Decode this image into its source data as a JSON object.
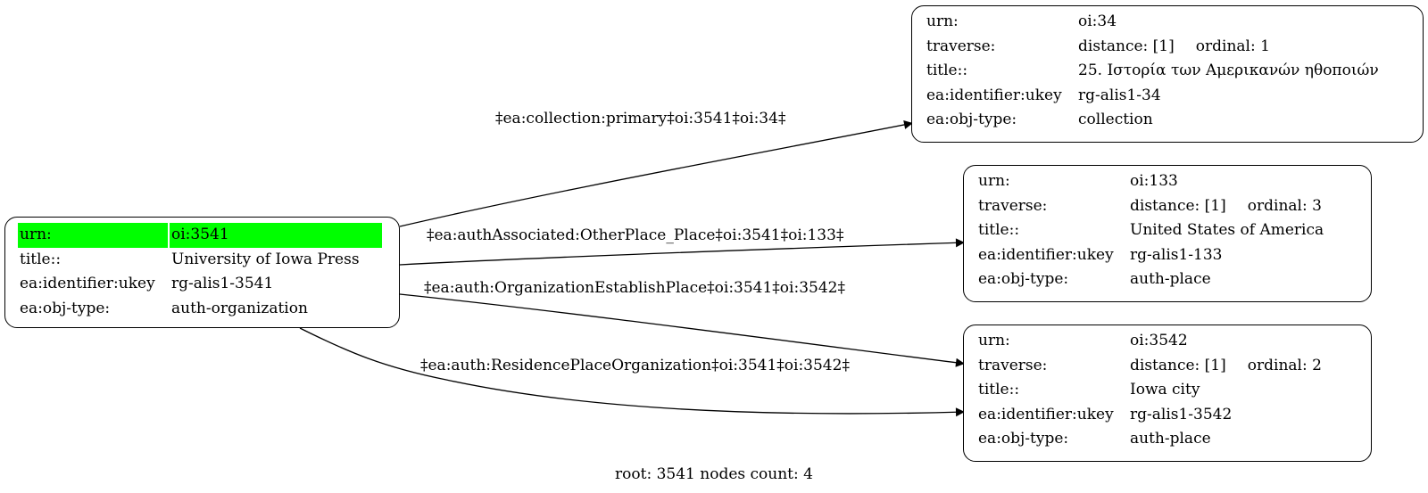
{
  "nodes": {
    "root": {
      "rows": [
        {
          "key": "urn:",
          "value": "oi:3541"
        },
        {
          "key": "title::",
          "value": "University of Iowa Press"
        },
        {
          "key": "ea:identifier:ukey",
          "value": "rg-alis1-3541"
        },
        {
          "key": "ea:obj-type:",
          "value": "auth-organization"
        }
      ]
    },
    "n34": {
      "urn": {
        "key": "urn:",
        "value": "oi:34"
      },
      "traverse": {
        "key": "traverse:",
        "distance": "distance: [1]",
        "ordinal": "ordinal: 1"
      },
      "title": {
        "key": "title::",
        "value": "25. Ιστορία των Αμερικανών ηθοποιών"
      },
      "ukey": {
        "key": "ea:identifier:ukey",
        "value": "rg-alis1-34"
      },
      "type": {
        "key": "ea:obj-type:",
        "value": "collection"
      }
    },
    "n133": {
      "urn": {
        "key": "urn:",
        "value": "oi:133"
      },
      "traverse": {
        "key": "traverse:",
        "distance": "distance: [1]",
        "ordinal": "ordinal: 3"
      },
      "title": {
        "key": "title::",
        "value": "United States of America"
      },
      "ukey": {
        "key": "ea:identifier:ukey",
        "value": "rg-alis1-133"
      },
      "type": {
        "key": "ea:obj-type:",
        "value": "auth-place"
      }
    },
    "n3542": {
      "urn": {
        "key": "urn:",
        "value": "oi:3542"
      },
      "traverse": {
        "key": "traverse:",
        "distance": "distance: [1]",
        "ordinal": "ordinal: 2"
      },
      "title": {
        "key": "title::",
        "value": "Iowa city"
      },
      "ukey": {
        "key": "ea:identifier:ukey",
        "value": "rg-alis1-3542"
      },
      "type": {
        "key": "ea:obj-type:",
        "value": "auth-place"
      }
    }
  },
  "edges": {
    "collection": "‡ea:collection:primary‡oi:3541‡oi:34‡",
    "associated": "‡ea:authAssociated:OtherPlace_Place‡oi:3541‡oi:133‡",
    "establish": "‡ea:auth:OrganizationEstablishPlace‡oi:3541‡oi:3542‡",
    "residence": "‡ea:auth:ResidencePlaceOrganization‡oi:3541‡oi:3542‡"
  },
  "footer": "root: 3541 nodes count: 4",
  "colors": {
    "highlight": "#00ff00",
    "stroke": "#000000",
    "background": "#ffffff"
  }
}
